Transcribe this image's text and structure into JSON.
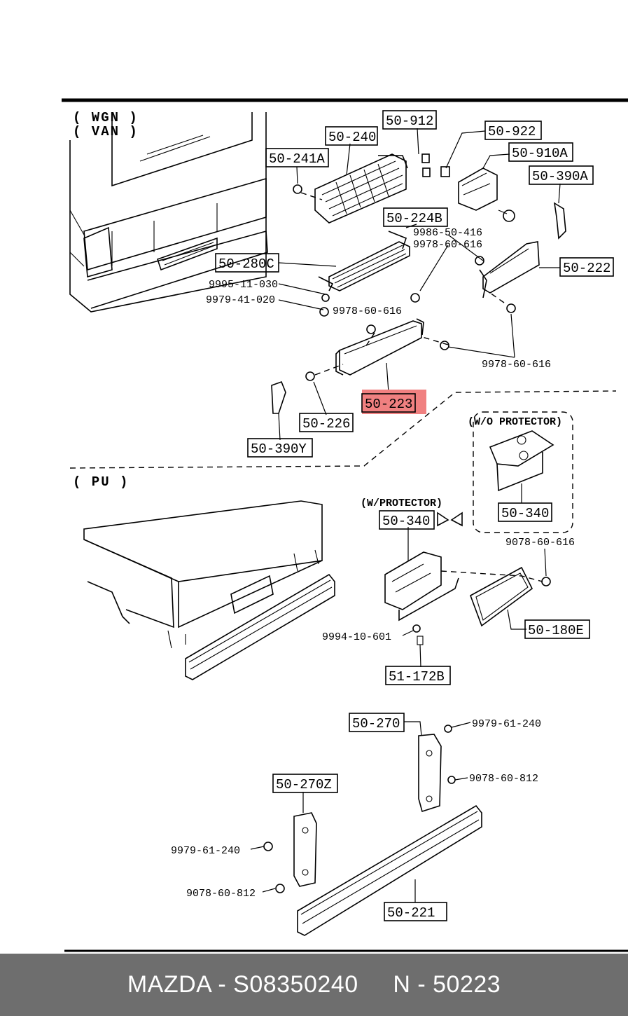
{
  "sections": {
    "wgn": "( WGN )",
    "van": "( VAN )",
    "pu": "( PU )",
    "wo_protector": "(W/O PROTECTOR)",
    "w_protector": "(W/PROTECTOR)"
  },
  "parts": {
    "p50_912": "50-912",
    "p50_240": "50-240",
    "p50_922": "50-922",
    "p50_910A": "50-910A",
    "p50_241A": "50-241A",
    "p50_390A": "50-390A",
    "p50_224B": "50-224B",
    "p50_280C": "50-280C",
    "p50_222": "50-222",
    "p50_223": "50-223",
    "p50_226": "50-226",
    "p50_390Y": "50-390Y",
    "p50_340_wo": "50-340",
    "p50_340_w": "50-340",
    "p50_180E": "50-180E",
    "p51_172B": "51-172B",
    "p50_270": "50-270",
    "p50_270Z": "50-270Z",
    "p50_221": "50-221"
  },
  "fasteners": {
    "f9986_50_416": "9986-50-416",
    "f9978_60_616_a": "9978-60-616",
    "f9995_11_030": "9995-11-030",
    "f9979_41_020": "9979-41-020",
    "f9978_60_616_b": "9978-60-616",
    "f9978_60_616_c": "9978-60-616",
    "f9078_60_616": "9078-60-616",
    "f9994_10_601": "9994-10-601",
    "f9979_61_240_a": "9979-61-240",
    "f9078_60_812_a": "9078-60-812",
    "f9979_61_240_b": "9979-61-240",
    "f9078_60_812_b": "9078-60-812"
  },
  "highlight": {
    "part": "50-223",
    "color": "#f08080"
  },
  "footer": {
    "brand": "MAZDA",
    "separator": " - ",
    "oem_number": "S08350240",
    "gap": "     ",
    "node_prefix": "N",
    "node_number": "50223"
  },
  "colors": {
    "footer_bg": "#6e6e6e",
    "footer_text": "#ffffff",
    "ink": "#000000"
  }
}
